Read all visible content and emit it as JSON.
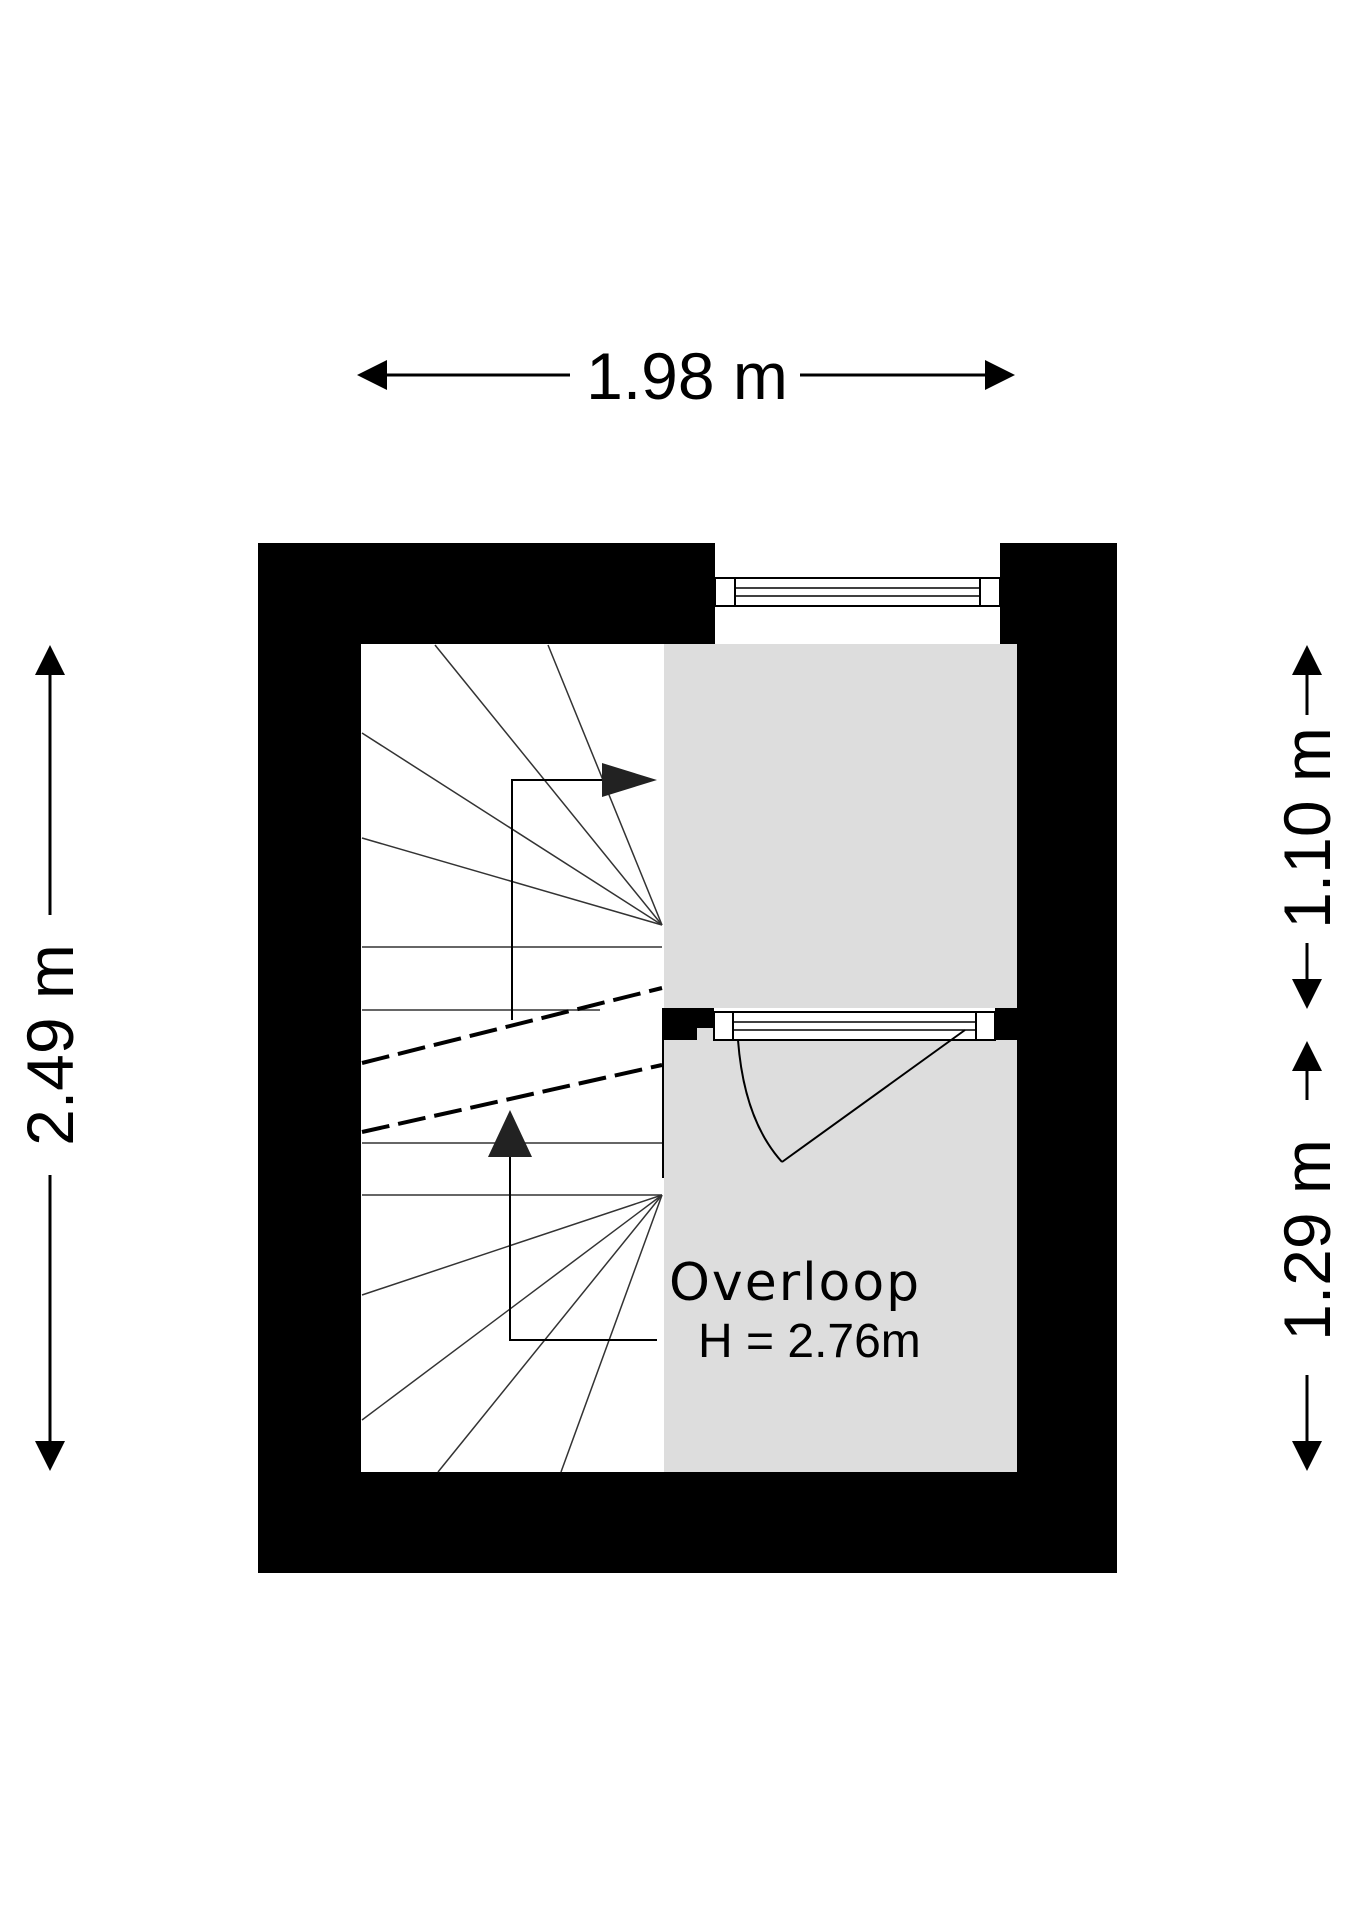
{
  "dimensions": {
    "top_width": "1.98 m",
    "left_height": "2.49 m",
    "right_upper": "1.10 m",
    "right_lower": "1.29 m"
  },
  "room": {
    "name": "Overloop",
    "height_label": "H = 2.76m"
  },
  "colors": {
    "wall": "#000000",
    "floor": "#dddddd",
    "stairs": "#ffffff"
  }
}
